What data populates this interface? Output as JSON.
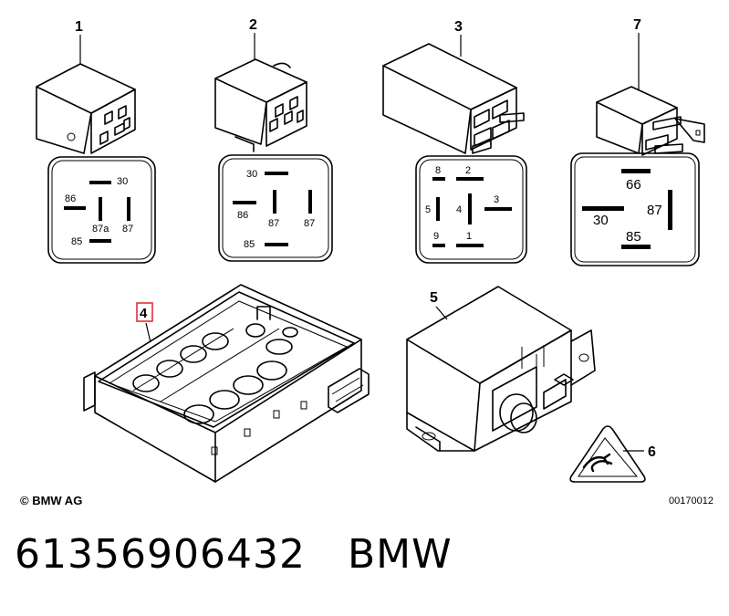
{
  "diagram": {
    "callouts": {
      "relay_1": "1",
      "relay_2": "2",
      "relay_3": "3",
      "relay_7": "7",
      "carrier_4": "4",
      "relay_5": "5",
      "warning_6": "6"
    },
    "pinouts": {
      "relay_1": [
        "30",
        "86",
        "87a",
        "87",
        "85"
      ],
      "relay_2": [
        "30",
        "86",
        "87",
        "87",
        "85"
      ],
      "relay_3": [
        "8",
        "2",
        "5",
        "4",
        "3",
        "9",
        "1"
      ],
      "relay_7": [
        "66",
        "30",
        "87",
        "85"
      ]
    },
    "copyright": "© BMW AG",
    "doc_number": "00170012"
  },
  "footer": {
    "part_number": "61356906432",
    "brand": "BMW"
  },
  "colors": {
    "highlight_box": "#e0303a",
    "line": "#000000"
  }
}
